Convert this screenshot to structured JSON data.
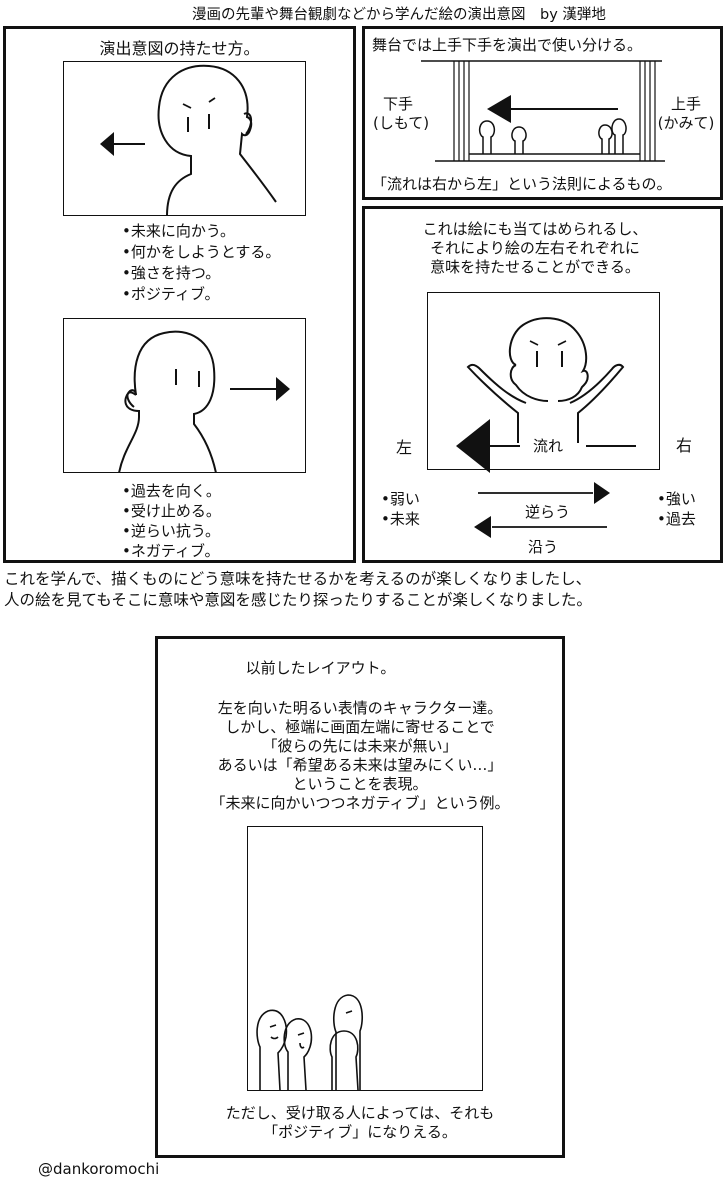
{
  "header": {
    "title": "漫画の先輩や舞台観劇などから学んだ絵の演出意図　by 漢弾地"
  },
  "panel_left": {
    "title": "演出意図の持たせ方。",
    "box1_list": [
      "•未来に向かう。",
      "•何かをしようとする。",
      "•強さを持つ。",
      "•ポジティブ。"
    ],
    "box2_list": [
      "•過去を向く。",
      "•受け止める。",
      "•逆らい抗う。",
      "•ネガティブ。"
    ]
  },
  "panel_stage": {
    "title": "舞台では上手下手を演出で使い分ける。",
    "left_label": [
      "下手",
      "(しもて)"
    ],
    "right_label": [
      "上手",
      "(かみて)"
    ],
    "caption": "「流れは右から左」という法則によるもの。"
  },
  "panel_flow": {
    "intro": [
      "これは絵にも当てはめられるし、",
      "それにより絵の左右それぞれに",
      "意味を持たせることができる。"
    ],
    "left_word": "左",
    "right_word": "右",
    "flow_label": "流れ",
    "left_list": [
      "•弱い",
      "•未来"
    ],
    "right_list": [
      "•強い",
      "•過去"
    ],
    "against_label": "逆らう",
    "along_label": "沿う"
  },
  "summary": [
    "これを学んで、描くものにどう意味を持たせるかを考えるのが楽しくなりましたし、",
    "人の絵を見てもそこに意味や意図を感じたり探ったりすることが楽しくなりました。"
  ],
  "panel_bottom": {
    "title": "以前したレイアウト。",
    "body": [
      "左を向いた明るい表情のキャラクター達。",
      "しかし、極端に画面左端に寄せることで",
      "「彼らの先には未来が無い」",
      "あるいは「希望ある未来は望みにくい…」",
      "ということを表現。",
      "「未来に向かいつつネガティブ」という例。"
    ],
    "footer": [
      "ただし、受け取る人によっては、それも",
      "「ポジティブ」になりえる。"
    ]
  },
  "credit": "@dankoromochi"
}
